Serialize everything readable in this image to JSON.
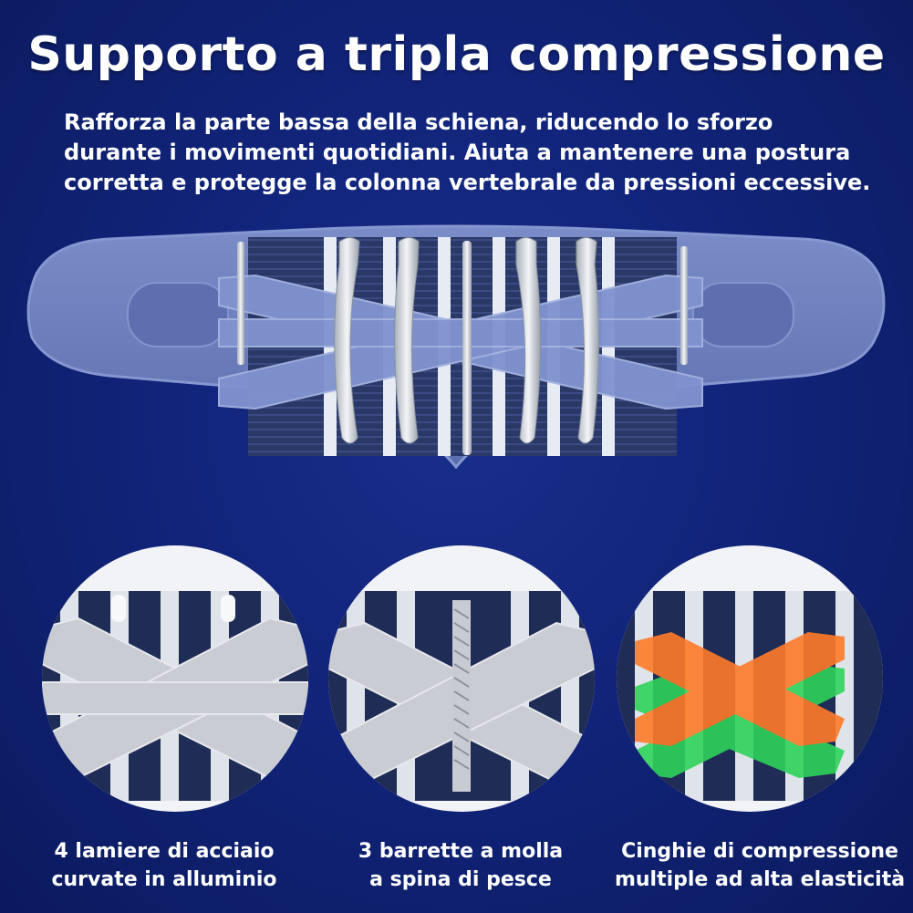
{
  "title": "Supporto a tripla compressione",
  "description": [
    "Rafforza la parte bassa della schiena, riducendo lo sforzo",
    "durante i movimenti quotidiani. Aiuta a mantenere una postura",
    "corretta e protegge la colonna vertebrale da pressioni eccessive."
  ],
  "features": [
    {
      "line1": "4 lamiere di acciaio",
      "line2": "curvate in alluminio",
      "icon": "steel-plates-closeup"
    },
    {
      "line1": "3 barrette a molla",
      "line2": "a spina di pesce",
      "icon": "spring-bars-closeup"
    },
    {
      "line1": "Cinghie di compressione",
      "line2": "multiple ad alta elasticità",
      "icon": "compression-straps-closeup"
    }
  ],
  "colors": {
    "background": "#11247a",
    "belt": "#6b7fbf",
    "mesh": "#22305f",
    "straps": "#8a9bd0",
    "steel": "#d8dde4",
    "orange": "#ff7a2a",
    "green": "#2fd35a"
  }
}
